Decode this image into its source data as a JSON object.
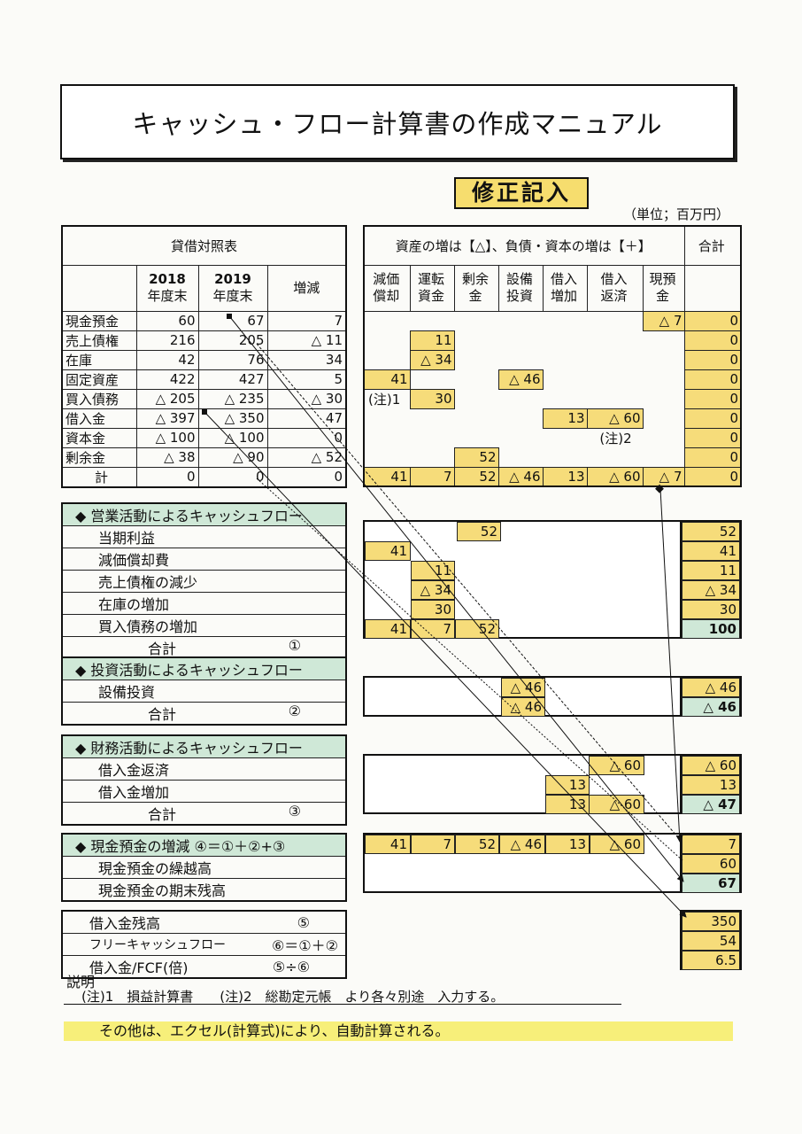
{
  "title": "キャッシュ・フロー計算書の作成マニュアル",
  "stamp": "修正記入",
  "unit": "（単位；百万円）",
  "bs": {
    "title": "貸借対照表",
    "col2018": "2018",
    "col2018b": "年度末",
    "col2019": "2019",
    "col2019b": "年度末",
    "coldiff": "増減",
    "rows": [
      {
        "label": "現金預金",
        "y2018": "60",
        "y2019": "67",
        "diff": "7"
      },
      {
        "label": "売上債権",
        "y2018": "216",
        "y2019": "205",
        "diff": "△ 11"
      },
      {
        "label": "在庫",
        "y2018": "42",
        "y2019": "76",
        "diff": "34"
      },
      {
        "label": "固定資産",
        "y2018": "422",
        "y2019": "427",
        "diff": "5"
      },
      {
        "label": "買入債務",
        "y2018": "△ 205",
        "y2019": "△ 235",
        "diff": "△ 30"
      },
      {
        "label": "借入金",
        "y2018": "△ 397",
        "y2019": "△ 350",
        "diff": "47"
      },
      {
        "label": "資本金",
        "y2018": "△ 100",
        "y2019": "△ 100",
        "diff": "0"
      },
      {
        "label": "剰余金",
        "y2018": "△ 38",
        "y2019": "△ 90",
        "diff": "△ 52"
      },
      {
        "label": "計",
        "y2018": "0",
        "y2019": "0",
        "diff": "0"
      }
    ]
  },
  "grid": {
    "header": "資産の増は【△】、負債・資本の増は【＋】",
    "total_header": "合計",
    "cols": [
      "減価\n償却",
      "運転\n資金",
      "剰余\n金",
      "設備\n投資",
      "借入\n増加",
      "借入\n返済",
      "現預\n金"
    ],
    "col_a": [
      "減価",
      "償却"
    ],
    "col_b": [
      "運転",
      "資金"
    ],
    "col_c": [
      "剰余",
      "金"
    ],
    "col_d": [
      "設備",
      "投資"
    ],
    "col_e": [
      "借入",
      "増加"
    ],
    "col_f": [
      "借入",
      "返済"
    ],
    "col_g": [
      "現預",
      "金"
    ],
    "r1": {
      "g": "△ 7",
      "tot": "0"
    },
    "r2": {
      "b": "11",
      "tot": "0"
    },
    "r3": {
      "b": "△ 34",
      "tot": "0"
    },
    "r4": {
      "a": "41",
      "d": "△ 46",
      "tot": "0"
    },
    "r5": {
      "note": "(注)1",
      "b": "30",
      "tot": "0"
    },
    "r6": {
      "e": "13",
      "f": "△ 60",
      "tot": "0"
    },
    "r7": {
      "note": "(注)2",
      "tot": "0"
    },
    "r8": {
      "c": "52",
      "tot": "0"
    },
    "r9": {
      "a": "41",
      "b": "7",
      "c": "52",
      "d": "△ 46",
      "e": "13",
      "f": "△ 60",
      "g": "△ 7",
      "tot": "0"
    }
  },
  "op": {
    "header": "◆ 営業活動によるキャッシュフロー",
    "rows": [
      "当期利益",
      "減価償却費",
      "売上債権の減少",
      "在庫の増加",
      "買入債務の増加"
    ],
    "total": "合計",
    "mark": "①",
    "cells": {
      "c1": "52",
      "a2": "41",
      "b3": "11",
      "b4": "△ 34",
      "b5": "30",
      "ta": "41",
      "tb": "7",
      "tc": "52"
    },
    "totals": [
      "52",
      "41",
      "11",
      "△ 34",
      "30",
      "100"
    ]
  },
  "inv": {
    "header": "◆ 投資活動によるキャッシュフロー",
    "rows": [
      "設備投資"
    ],
    "total": "合計",
    "mark": "②",
    "cells": {
      "d1": "△ 46",
      "td": "△ 46"
    },
    "totals": [
      "△ 46",
      "△ 46"
    ]
  },
  "fin": {
    "header": "◆ 財務活動によるキャッシュフロー",
    "rows": [
      "借入金返済",
      "借入金増加"
    ],
    "total": "合計",
    "mark": "③",
    "cells": {
      "f1": "△ 60",
      "e2": "13",
      "te": "13",
      "tf": "△ 60"
    },
    "totals": [
      "△ 60",
      "13",
      "△ 47"
    ]
  },
  "cash": {
    "header": "◆ 現金預金の増減 ④＝①＋②+③",
    "rows": [
      "現金預金の繰越高",
      "現金預金の期末残高"
    ],
    "cells": {
      "a": "41",
      "b": "7",
      "c": "52",
      "d": "△ 46",
      "e": "13",
      "f": "△ 60"
    },
    "totals": [
      "7",
      "60",
      "67"
    ]
  },
  "ratio": {
    "rows": [
      {
        "label": "借入金残高",
        "formula": "⑤",
        "value": "350"
      },
      {
        "label": "フリーキャッシュフロー",
        "formula": "⑥＝①＋②",
        "value": "54"
      },
      {
        "label": "借入金/FCF(倍)",
        "formula": "⑤÷⑥",
        "value": "6.5"
      }
    ]
  },
  "notes": {
    "heading": "説明",
    "line1": "(注)1　損益計算書　　(注)2　総勘定元帳　より各々別途　入力する。",
    "line2": "その他は、エクセル(計算式)により、自動計算される。"
  }
}
